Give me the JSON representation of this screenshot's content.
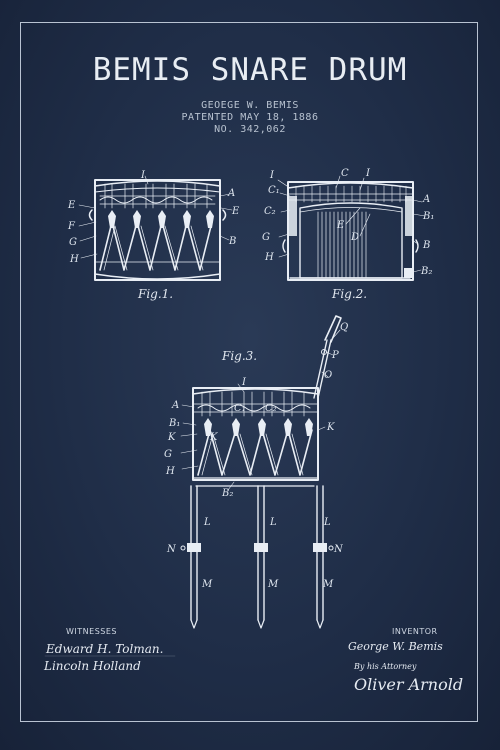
{
  "header": {
    "title": "BEMIS SNARE DRUM",
    "inventor_line": "GEOEGE W. BEMIS",
    "patent_date": "PATENTED MAY 18, 1886",
    "patent_no": "NO. 342,062"
  },
  "figures": {
    "fig1": {
      "caption": "Fig.1.",
      "labels": {
        "I": "I",
        "A": "A",
        "E": "E",
        "E2": "E",
        "F": "F",
        "G": "G",
        "H": "H",
        "B": "B"
      }
    },
    "fig2": {
      "caption": "Fig.2.",
      "labels": {
        "I": "I",
        "C": "C",
        "I2": "I",
        "C1": "C₁",
        "C2": "C₂",
        "A": "A",
        "B1": "B₁",
        "E": "E",
        "D": "D",
        "G": "G",
        "B": "B",
        "H": "H",
        "B2": "B₂"
      }
    },
    "fig3": {
      "caption": "Fig.3.",
      "labels": {
        "Q": "Q",
        "P": "P",
        "O": "O",
        "I": "I",
        "A": "A",
        "C1": "C₁",
        "C2": "C₂",
        "B1": "B₁",
        "K1": "K",
        "K2": "K",
        "K3": "K",
        "G": "G",
        "H": "H",
        "B2": "B₂",
        "L1": "L",
        "L2": "L",
        "L3": "L",
        "N1": "N",
        "N2": "N",
        "M1": "M",
        "M2": "M",
        "M3": "M"
      }
    }
  },
  "signatures": {
    "witnesses_heading": "WITNESSES",
    "witness1": "Edward H. Tolman.",
    "witness2": "Lincoln Holland",
    "inventor_heading": "INVENTOR",
    "inventor_sig": "George W. Bemis",
    "by_attorney": "By his Attorney",
    "attorney_sig": "Oliver Arnold"
  },
  "colors": {
    "background": "#1f2d47",
    "ink": "#e9eef5"
  }
}
